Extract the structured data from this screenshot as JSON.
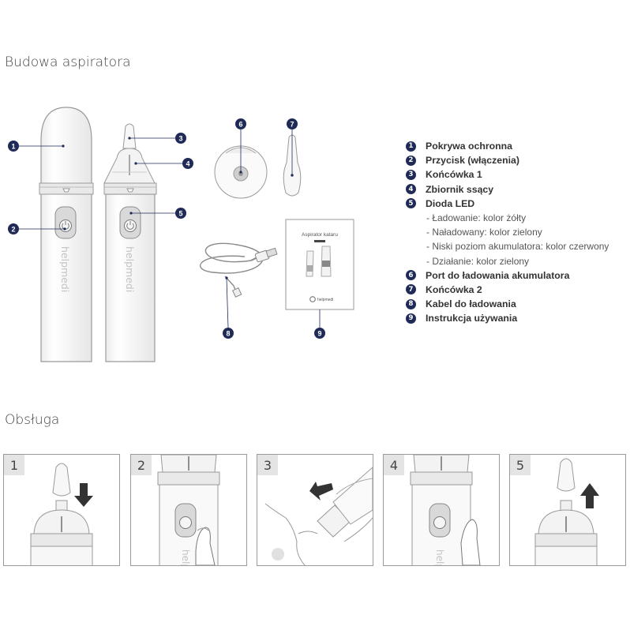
{
  "sections": {
    "structure_title": "Budowa aspiratora",
    "usage_title": "Obsługa"
  },
  "device": {
    "brand": "helpmedi"
  },
  "callouts": [
    "1",
    "2",
    "3",
    "4",
    "5",
    "6",
    "7",
    "8",
    "9"
  ],
  "legend": [
    {
      "num": "1",
      "label": "Pokrywa ochronna"
    },
    {
      "num": "2",
      "label": "Przycisk (włączenia)"
    },
    {
      "num": "3",
      "label": "Końcówka 1"
    },
    {
      "num": "4",
      "label": "Zbiornik ssący"
    },
    {
      "num": "5",
      "label": "Dioda LED"
    },
    {
      "num": "6",
      "label": "Port do ładowania akumulatora"
    },
    {
      "num": "7",
      "label": "Końcówka 2"
    },
    {
      "num": "8",
      "label": "Kabel do ładowania"
    },
    {
      "num": "9",
      "label": "Instrukcja używania"
    }
  ],
  "led_states": [
    "- Ładowanie: kolor żółty",
    "- Naładowany: kolor zielony",
    "- Niski poziom akumulatora: kolor czerwony",
    "- Działanie: kolor zielony"
  ],
  "manual": {
    "title": "Aspirator kataru",
    "brand": "helpmedi"
  },
  "steps": [
    "1",
    "2",
    "3",
    "4",
    "5"
  ],
  "colors": {
    "callout": "#1f2a57",
    "outline": "#9a9a9a",
    "arrow": "#333333",
    "step_badge": "#e4e4e4"
  }
}
